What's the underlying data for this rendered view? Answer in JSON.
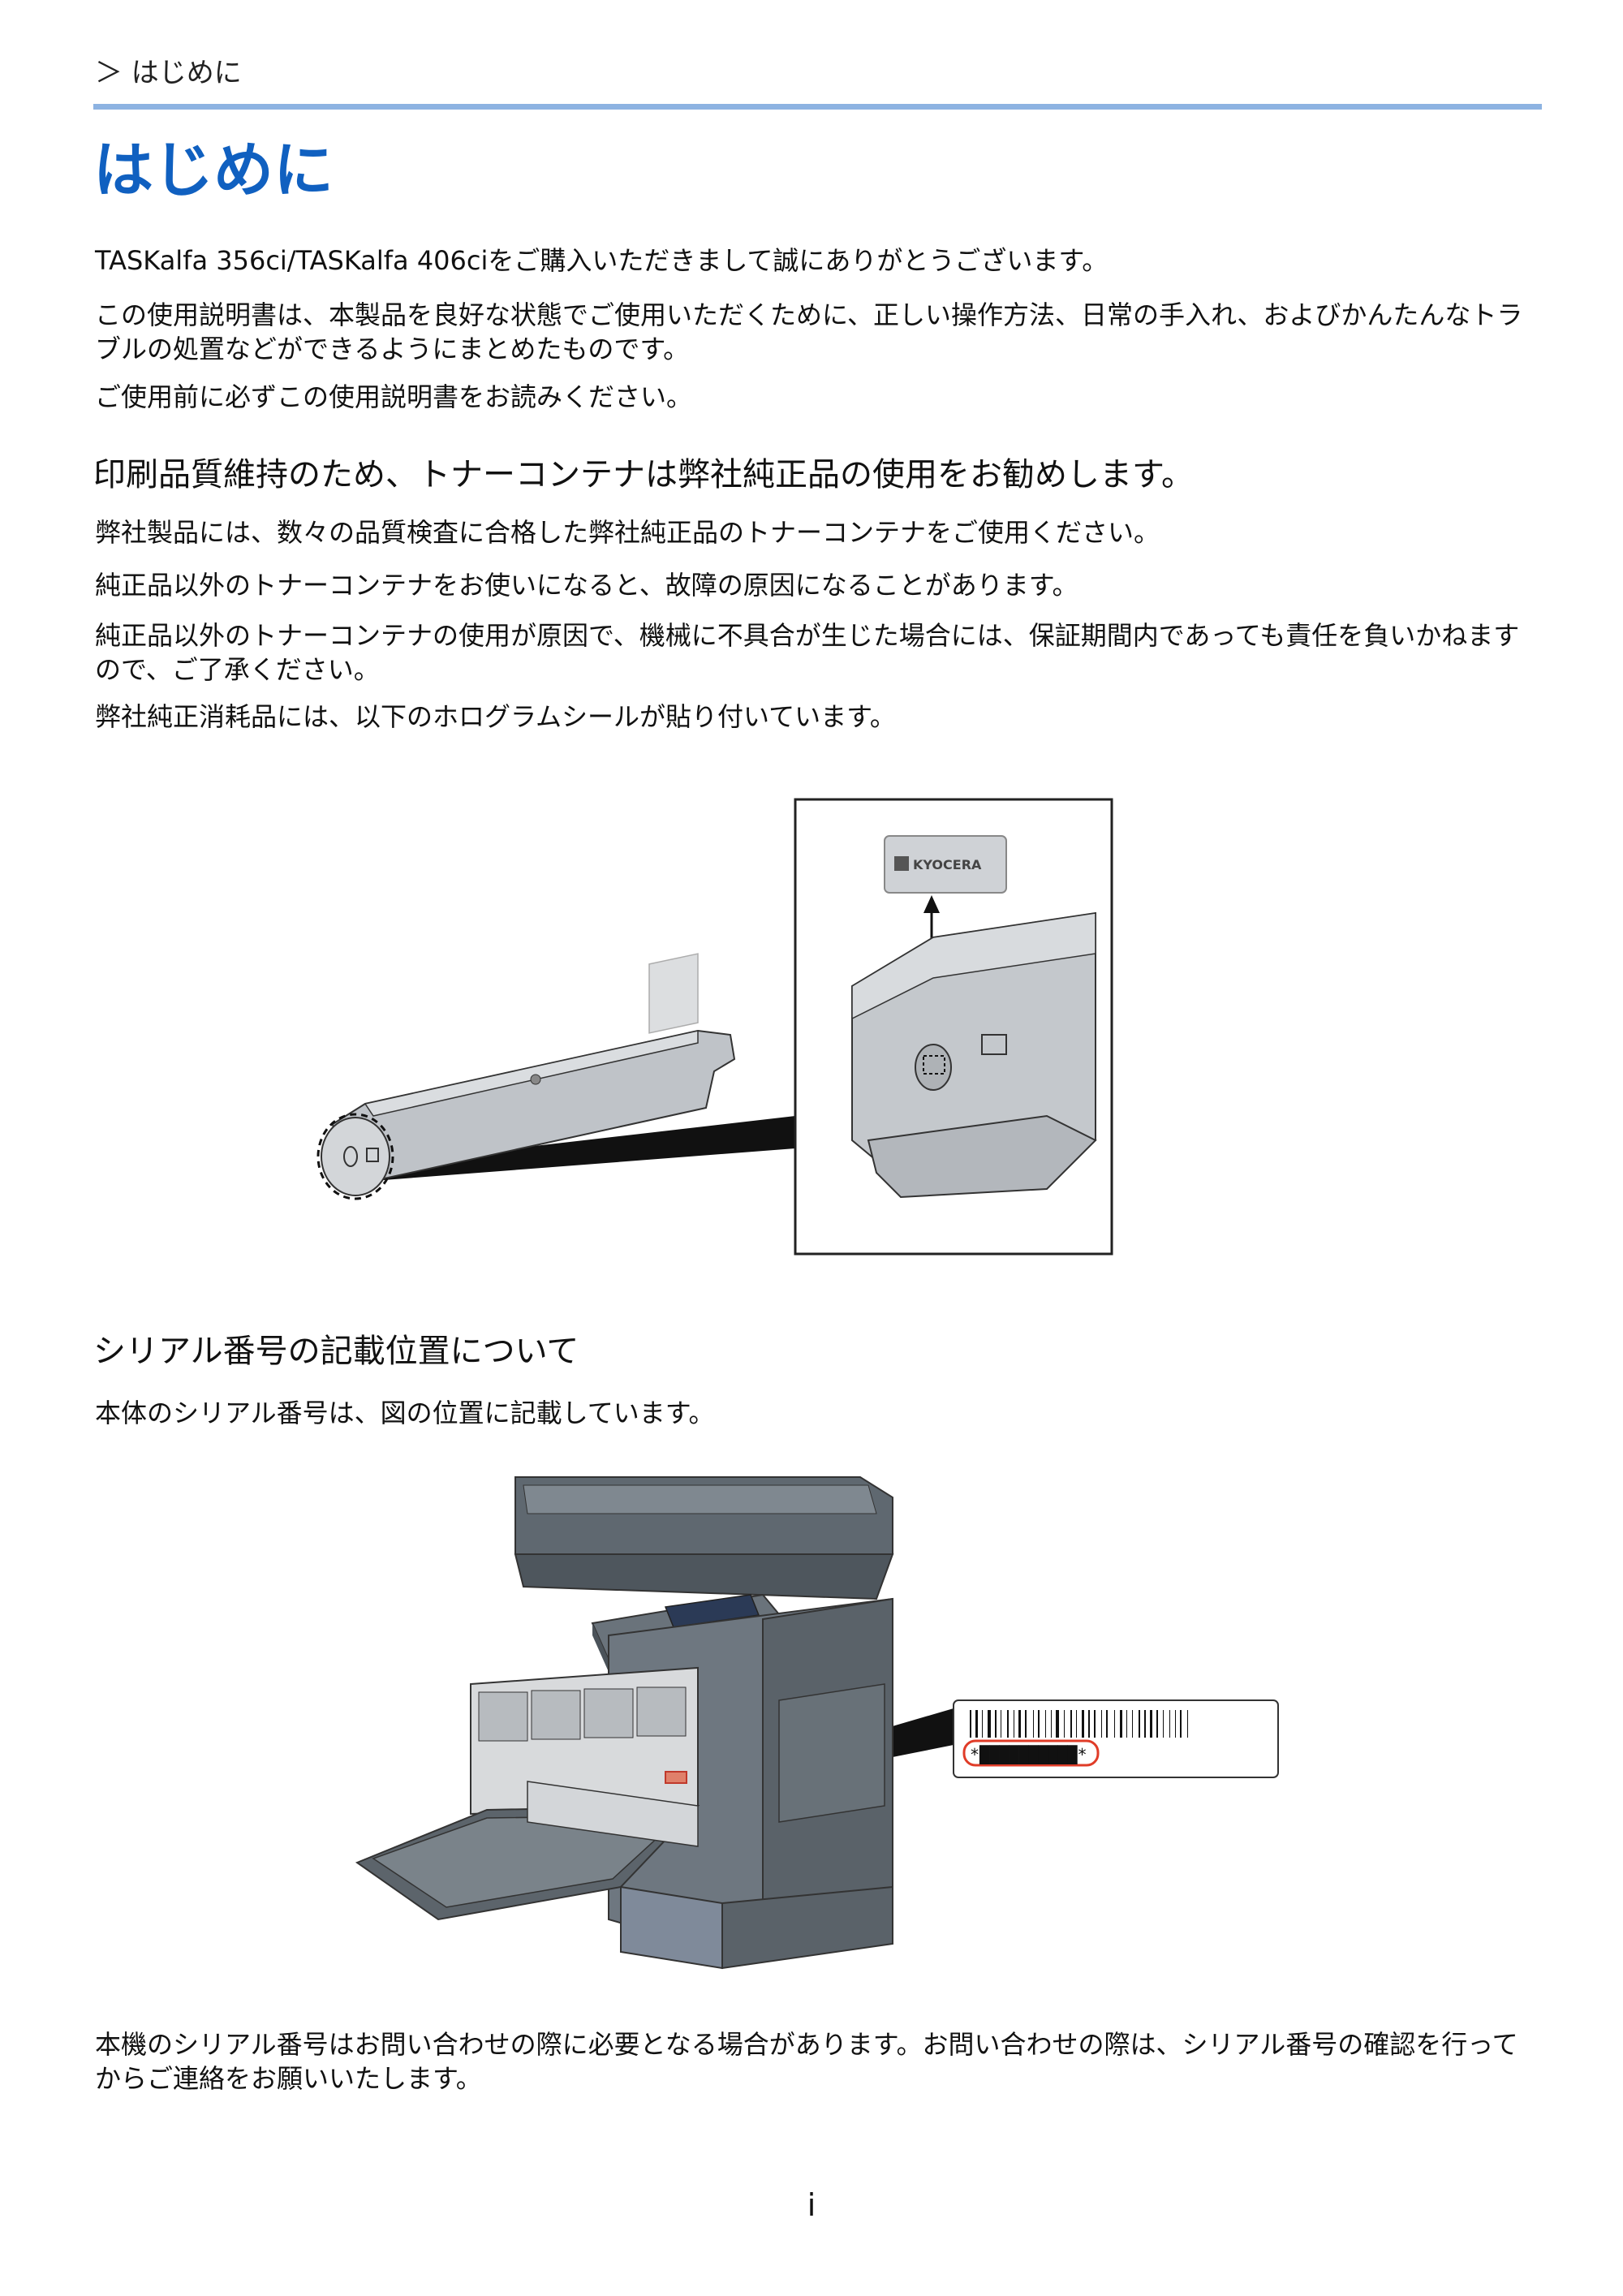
{
  "breadcrumb": "＞ はじめに",
  "title": "はじめに",
  "intro": {
    "p1": "TASKalfa 356ci/TASKalfa 406ciをご購入いただきまして誠にありがとうございます。",
    "p2": "この使用説明書は、本製品を良好な状態でご使用いただくために、正しい操作方法、日常の手入れ、およびかんたんなトラブルの処置などができるようにまとめたものです。",
    "p3": "ご使用前に必ずこの使用説明書をお読みください。"
  },
  "section1": {
    "heading": "印刷品質維持のため、トナーコンテナは弊社純正品の使用をお勧めします。",
    "p1": "弊社製品には、数々の品質検査に合格した弊社純正品のトナーコンテナをご使用ください。",
    "p2": "純正品以外のトナーコンテナをお使いになると、故障の原因になることがあります。",
    "p3": "純正品以外のトナーコンテナの使用が原因で、機械に不具合が生じた場合には、保証期間内であっても責任を負いかねますので、ご了承ください。",
    "p4": "弊社純正消耗品には、以下のホログラムシールが貼り付いています。",
    "hologram_label": "KYOCERA"
  },
  "section2": {
    "heading": "シリアル番号の記載位置について",
    "p1": "本体のシリアル番号は、図の位置に記載しています。",
    "serial_label": "*██████████*",
    "p2": "本機のシリアル番号はお問い合わせの際に必要となる場合があります。お問い合わせの際は、シリアル番号の確認を行ってからご連絡をお願いいたします。"
  },
  "page_number": "i",
  "colors": {
    "title": "#1060c0",
    "rule": "#8db3e2",
    "machine_gray": "#6e7780",
    "highlight": "#e03c28"
  }
}
